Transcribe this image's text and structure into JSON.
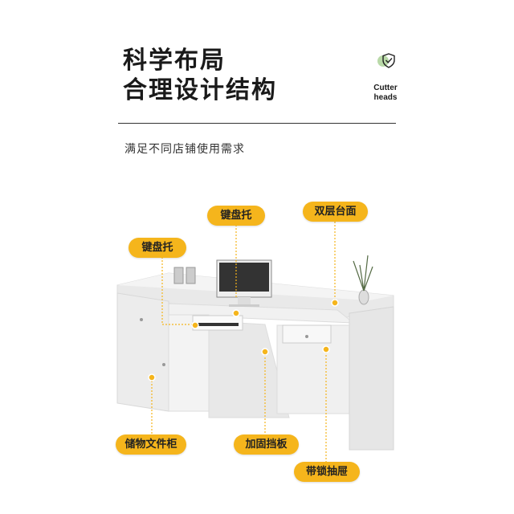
{
  "header": {
    "title_line1": "科学布局",
    "title_line2": "合理设计结构",
    "subtitle": "满足不同店铺使用需求"
  },
  "badge": {
    "icon": "shield-check-icon",
    "label_line1": "Cutter",
    "label_line2": "heads"
  },
  "callouts": {
    "keyboard_tray_top": "键盘托",
    "double_countertop": "双层台面",
    "keyboard_tray_left": "键盘托",
    "storage_cabinet": "储物文件柜",
    "reinforced_panel": "加固挡板",
    "lock_drawer": "带锁抽屉"
  },
  "colors": {
    "accent": "#f5b51c",
    "desk": "#eeeeee"
  }
}
